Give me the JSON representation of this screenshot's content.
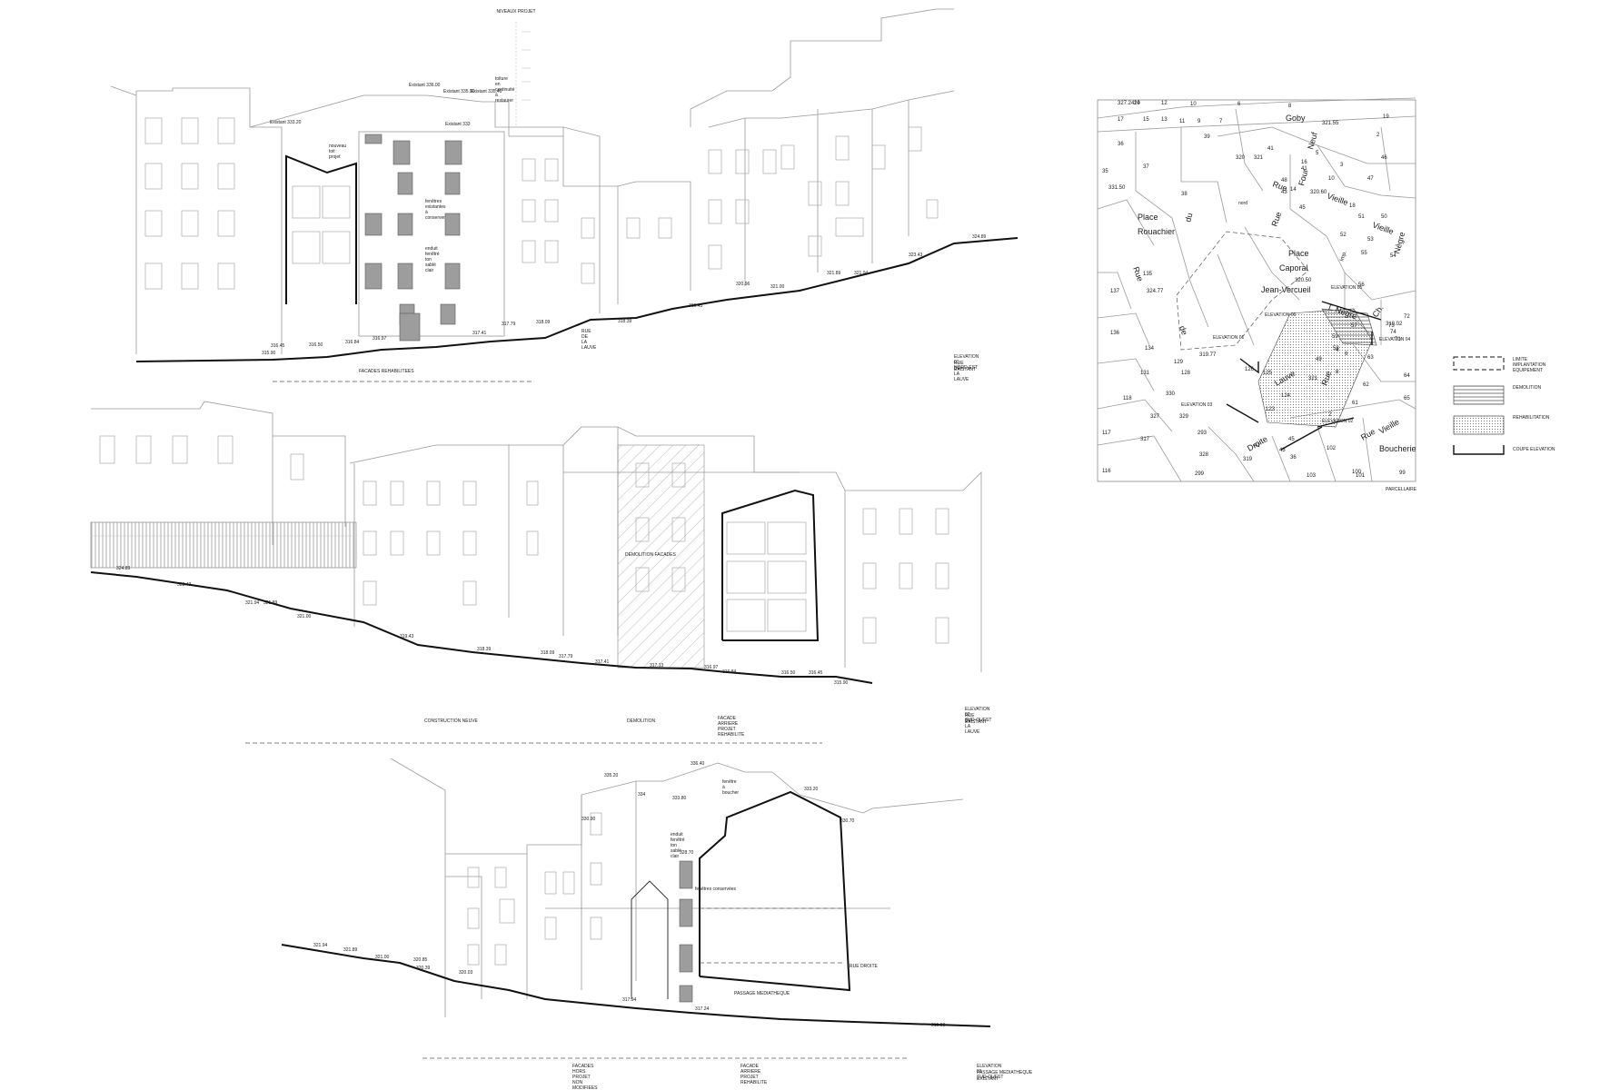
{
  "colors": {
    "line": "#111111",
    "light": "#9a9a9a",
    "fill_grey": "#9d9d9d",
    "paper": "#ffffff"
  },
  "levels": {
    "title": "NIVEAUX PROJET"
  },
  "elev1": {
    "existant_336": "Existant 336.00",
    "existant_33590": "Existant 335.90",
    "existant_33540": "Existant 335.40",
    "existant_333": "Existant 333",
    "existant_33320": "Existant 333.20",
    "toiture": "toiture en continuité à restaurer",
    "nouveau_toit": "nouveau toit projet",
    "fenetres": "fenêtres existantes à conserver",
    "enduit": "enduit fenêtré ton sablé clair",
    "pts": [
      "315.90",
      "316.45",
      "316.50",
      "316.84",
      "316.97",
      "317.41",
      "317.79",
      "318.09",
      "318.39",
      "319.43",
      "320.96",
      "321.00",
      "321.89",
      "321.94",
      "323.43",
      "324.89"
    ],
    "rue": "RUE DE LA LAUVE",
    "facades": "FACADES REHABILITEES",
    "caption": [
      "ELEVATION 01 NORD-EST",
      "RUE DE LA LAUVE",
      "EXISTANT"
    ]
  },
  "elev2": {
    "pts": [
      "324.89",
      "323.43",
      "321.94",
      "321.89",
      "321.00",
      "319.43",
      "318.39",
      "318.09",
      "317.79",
      "317.41",
      "317.13",
      "316.97",
      "316.84",
      "316.50",
      "316.45",
      "315.90"
    ],
    "demolition_facades": "DEMOLITION FACADES",
    "labels": [
      "CONSTRUCTION NEUVE",
      "DEMOLITION",
      "FACADE ARRIERE PROJET REHABILITE"
    ],
    "caption": [
      "ELEVATION 02 SUD-OUEST",
      "RUE DE LA LAUVE",
      "EXISTANT"
    ]
  },
  "elev3": {
    "tops": [
      "336.40",
      "335.20",
      "334",
      "333.80",
      "333.20",
      "330.90",
      "330.70",
      "328.70"
    ],
    "pts": [
      "321.94",
      "321.89",
      "321.00",
      "320.85",
      "320.39",
      "320.03",
      "317.94",
      "317.24",
      "315.90"
    ],
    "fenetre_boucher": "fenêtre à boucher",
    "enduit": "enduit fenêtré ton sablé clair",
    "fenetres": "fenêtres conservées",
    "rue": "RUE DROITE",
    "passage": "PASSAGE MEDIATHEQUE",
    "labels": [
      "FACADES HORS PROJET NON MODIFIEES",
      "FACADE ARRIERE PROJET REHABILITE"
    ],
    "caption": [
      "ELEVATION 03 SUD-OUEST",
      "PASSAGE MEDIATHEQUE",
      "EXISTANT"
    ]
  },
  "plan": {
    "streets": {
      "goby": "Goby",
      "neuf": "Neuf",
      "four": "Four",
      "rue_top": "Rue",
      "vieille1": "Vieille",
      "vieille2": "Vieille",
      "place": "Place",
      "du": "du",
      "rouachier": "Rouachier",
      "rue_left": "Rue",
      "de": "de",
      "rue_mid": "Rue",
      "place2": "Place",
      "caporal": "Caporal",
      "jean": "Jean-Vercueil",
      "imp": "Imp.",
      "negre1": "Nègre",
      "negre2": "T. Nègre",
      "ch": "Ch.",
      "lauve": "Lauve",
      "rue_lauve": "Rue",
      "droite": "Droite",
      "rue_vb": "Rue",
      "vieille_b": "Vieille",
      "boucherie": "Boucherie",
      "nord": "nord"
    },
    "levels": {
      "l1": "327.24",
      "l2": "321.55",
      "l3": "331.50",
      "l4": "320.60",
      "l5": "324.77",
      "l6": "320.50",
      "l7": "319.77",
      "l8": "318.02"
    },
    "elevs": {
      "e1": "ELEVATION 01",
      "e2": "ELEVATION 02",
      "e3": "ELEVATION 03",
      "e4": "ELEVATION 04",
      "e5": "ELEVATION 05",
      "e6": "ELEVATION 06"
    },
    "parcels": [
      "14",
      "12",
      "10",
      "6",
      "8",
      "19",
      "17",
      "15",
      "13",
      "11",
      "9",
      "7",
      "2",
      "39",
      "41",
      "5",
      "36",
      "35",
      "320",
      "321",
      "3",
      "46",
      "48",
      "37",
      "10",
      "16",
      "41",
      "43",
      "47",
      "38",
      "45",
      "18",
      "51",
      "50",
      "14",
      "52",
      "53",
      "54",
      "135",
      "55",
      "56",
      "137",
      "57",
      "59",
      "58",
      "136",
      "129",
      "134",
      "125",
      "126",
      "128",
      "131",
      "63",
      "62",
      "61",
      "330",
      "118",
      "327",
      "124",
      "123",
      "329",
      "102",
      "117",
      "317",
      "293",
      "328",
      "319",
      "41",
      "43",
      "45",
      "36",
      "100",
      "101",
      "103",
      "99",
      "116",
      "299",
      "65",
      "64",
      "72",
      "71",
      "73",
      "74",
      "321",
      "49",
      "4",
      "6",
      "8",
      "2",
      "20"
    ],
    "title": "PARCELLAIRE"
  },
  "legend": {
    "limit": "LIMITE IMPLANTATION EQUIPEMENT",
    "demolition": "DEMOLITION",
    "rehab": "REHABILITATION",
    "coupe": "COUPE ELEVATION"
  }
}
